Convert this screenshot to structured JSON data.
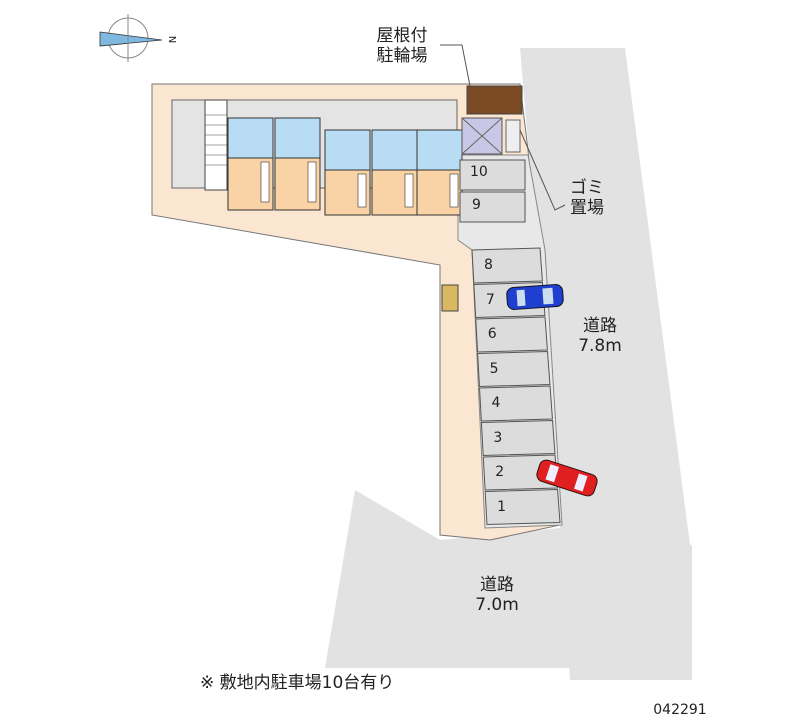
{
  "labels": {
    "bicycle_parking": [
      "屋根付",
      "駐輪場"
    ],
    "garbage": [
      "ゴミ",
      "置場"
    ],
    "road_east": [
      "道路",
      "7.8m"
    ],
    "road_south": [
      "道路",
      "7.0m"
    ],
    "compass_letter": "N",
    "footnote": "※ 敷地内駐車場10台有り",
    "code": "042291"
  },
  "parking_slots": [
    "1",
    "2",
    "3",
    "4",
    "5",
    "6",
    "7",
    "8",
    "9",
    "10"
  ],
  "colors": {
    "site": "#fbe6d2",
    "road": "#e2e2e2",
    "slot": "#dcdcdc",
    "room": "#f9d3a5",
    "wet": "#b9dcf5",
    "car_blue": "#1f3fd0",
    "car_red": "#e02020"
  }
}
